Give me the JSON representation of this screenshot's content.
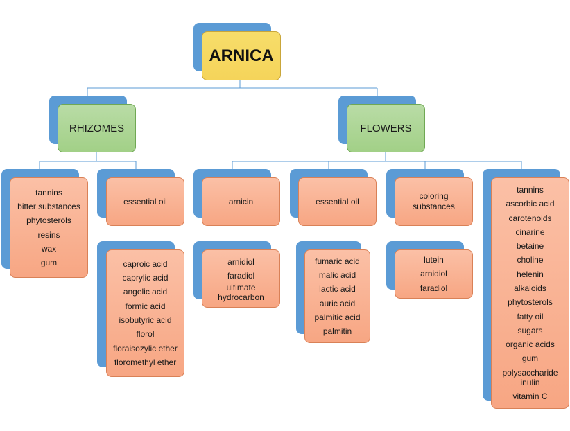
{
  "root": {
    "label": "ARNICA"
  },
  "rhizomes": {
    "label": "RHIZOMES",
    "constituents": [
      "tannins",
      "bitter substances",
      "phytosterols",
      "resins",
      "wax",
      "gum"
    ],
    "essential_oil": {
      "label": "essential oil",
      "components": [
        "caproic acid",
        "caprylic acid",
        "angelic acid",
        "formic acid",
        "isobutyric acid",
        "florol",
        "floraisozylic ether",
        "floromethyl ether"
      ]
    }
  },
  "flowers": {
    "label": "FLOWERS",
    "arnicin": {
      "label": "arnicin",
      "components": [
        "arnidiol",
        "faradiol",
        "ultimate hydrocarbon"
      ]
    },
    "essential_oil": {
      "label": "essential oil",
      "components": [
        "fumaric acid",
        "malic acid",
        "lactic acid",
        "auric acid",
        "palmitic acid",
        "palmitin"
      ]
    },
    "coloring_substances": {
      "label": "coloring substances",
      "components": [
        "lutein",
        "arnidiol",
        "faradiol"
      ]
    },
    "constituents": [
      "tannins",
      "ascorbic acid",
      "carotenoids",
      "cinarine",
      "betaine",
      "choline",
      "helenin",
      "alkaloids",
      "phytosterols",
      "fatty oil",
      "sugars",
      "organic acids",
      "gum",
      "polysaccharide inulin",
      "vitamin C"
    ]
  }
}
